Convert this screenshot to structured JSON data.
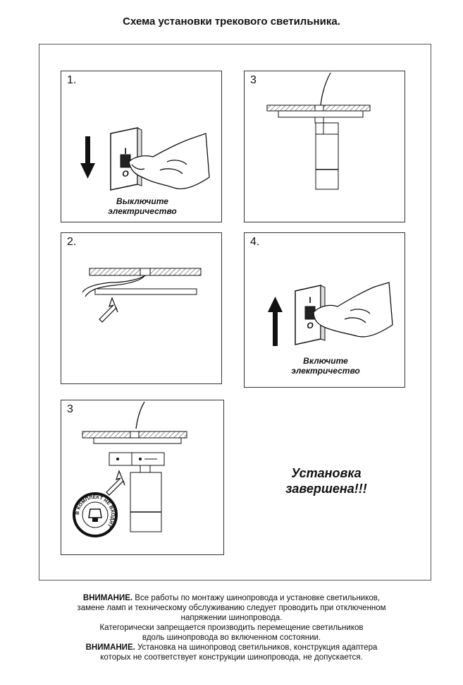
{
  "title": "Схема установки трекового светильника.",
  "panels": {
    "p1": {
      "num": "1.",
      "caption_1": "Выключите",
      "caption_2": "электричество",
      "switch_top": "I",
      "switch_bottom": "O"
    },
    "p2": {
      "num": "2."
    },
    "p3a": {
      "num": "3"
    },
    "p4": {
      "num": "4.",
      "caption_1": "Включите",
      "caption_2": "электричество",
      "switch_top": "I",
      "switch_bottom": "O"
    },
    "p3b": {
      "num": "3",
      "stamp_text": "В КОМПЛЕКТ НЕ ВХОДИТ"
    }
  },
  "done_1": "Установка",
  "done_2": "завершена!!!",
  "notes": {
    "warn_label_1": "ВНИМАНИЕ.",
    "warn_text_1a": " Все работы по монтажу шинопровода и установке светильников,",
    "warn_text_1b": "замене ламп и техническому обслуживанию следует проводить при отключенном",
    "warn_text_1c": "напряжении шинопровода.",
    "line_2a": "Категорически запрещается производить перемещение светильников",
    "line_2b": "вдоль шинопровода во включенном состоянии.",
    "warn_label_2": "ВНИМАНИЕ.",
    "warn_text_2a": " Установка на шинопровод светильников, конструкция адаптера",
    "warn_text_2b": "которых не соответствует конструкции шинопровода, не допускается."
  }
}
